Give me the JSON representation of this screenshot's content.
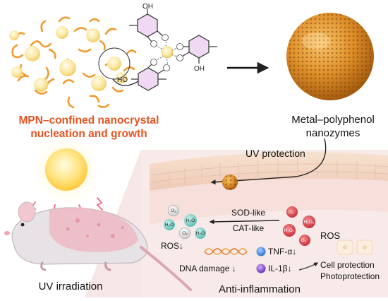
{
  "top": {
    "mpn_line1": "MPN–confined nanocrystal",
    "mpn_line2": "nucleation and growth",
    "product_line1": "Metal–polyphenol",
    "product_line2": "nanozymes",
    "ho_label": "HO",
    "oh_label": "OH"
  },
  "bottom": {
    "uv_irradiation": "UV irradiation",
    "uv_protection": "UV protection",
    "sod_like": "SOD-like",
    "cat_like": "CAT-like",
    "ros": "ROS",
    "ros_down": "ROS↓",
    "dna_damage": "DNA damage ↓",
    "tnf": "TNF-α↓",
    "il1b": "IL-1β↓",
    "cell_protection": "Cell protection",
    "photoprotection": "Photoprotection",
    "anti_inflammation": "Anti-inflammation"
  },
  "molecules": {
    "o2_minus": "O₂⁻",
    "h2o2": "H₂O₂",
    "o2": "O₂",
    "h2o": "H₂O"
  },
  "colors": {
    "accent_orange": "#e8531f",
    "tendril": "#f29a2e",
    "nanozyme": "#d98b24",
    "sun_yellow": "#ffd54a",
    "panel_pink": "#f6dede",
    "ros_red": "#e0484f",
    "tnf_blue": "#3d8fe8",
    "il_purple": "#8b4fd6"
  }
}
